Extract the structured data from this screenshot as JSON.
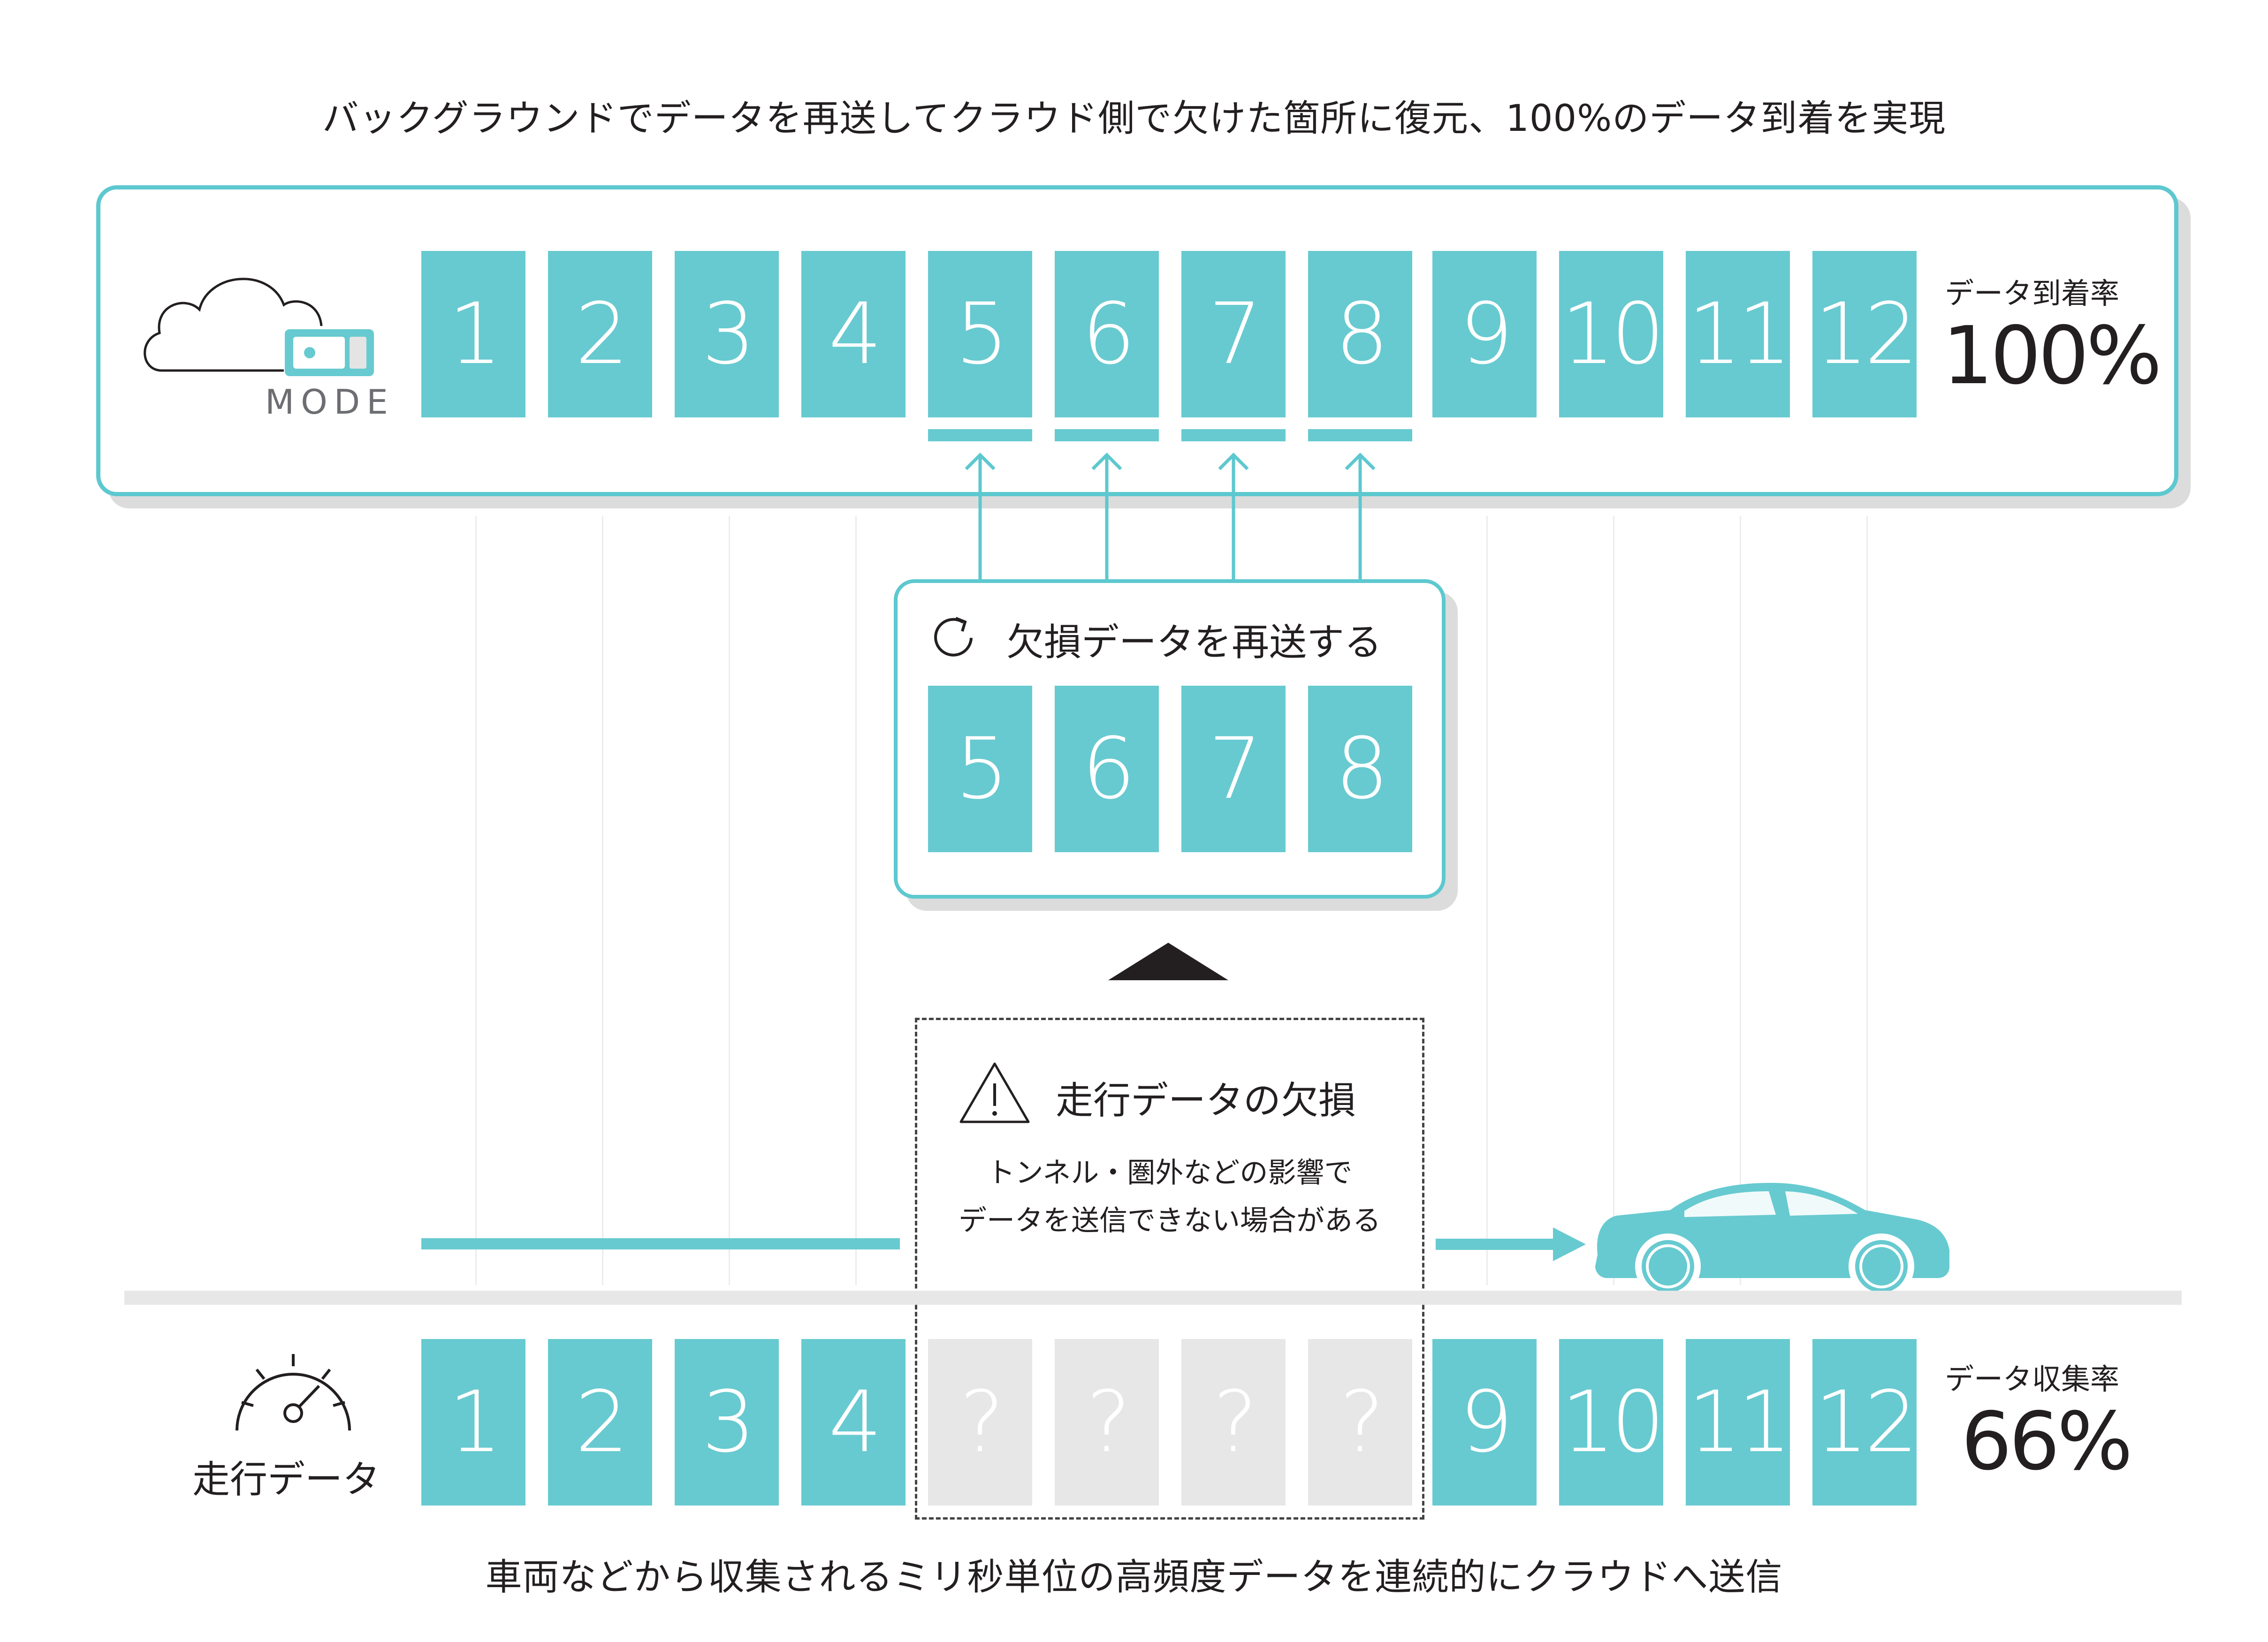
{
  "header": {
    "title": "バックグラウンドでデータを再送してクラウド側で欠けた箇所に復元、100%のデータ到着を実現"
  },
  "footer": {
    "title": "車両などから収集されるミリ秒単位の高頻度データを連続的にクラウドへ送信"
  },
  "cloud": {
    "logo_text": "MODE",
    "blocks": [
      "1",
      "2",
      "3",
      "4",
      "5",
      "6",
      "7",
      "8",
      "9",
      "10",
      "11",
      "12"
    ],
    "rate_label": "データ到着率",
    "rate_value": "100%"
  },
  "resend": {
    "title": "欠損データを再送する",
    "blocks": [
      "5",
      "6",
      "7",
      "8"
    ]
  },
  "loss": {
    "title": "走行データの欠損",
    "desc_line1": "トンネル・圏外などの影響で",
    "desc_line2": "データを送信できない場合がある"
  },
  "vehicle": {
    "label": "走行データ",
    "blocks": [
      "1",
      "2",
      "3",
      "4",
      "?",
      "?",
      "?",
      "?",
      "9",
      "10",
      "11",
      "12"
    ],
    "rate_label": "データ収集率",
    "rate_value": "66%"
  },
  "colors": {
    "accent": "#67cad0",
    "missing": "#e7e7e7",
    "text": "#231f20"
  }
}
